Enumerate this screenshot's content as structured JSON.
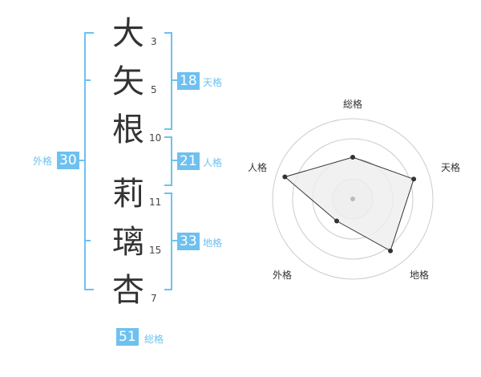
{
  "name": {
    "surname": [
      {
        "char": "大",
        "strokes": "3"
      },
      {
        "char": "矢",
        "strokes": "5"
      },
      {
        "char": "根",
        "strokes": "10"
      }
    ],
    "given": [
      {
        "char": "莉",
        "strokes": "11"
      },
      {
        "char": "璃",
        "strokes": "15"
      },
      {
        "char": "杏",
        "strokes": "7"
      }
    ]
  },
  "scores": {
    "tenkaku": {
      "value": "18",
      "label": "天格"
    },
    "jinkaku": {
      "value": "21",
      "label": "人格"
    },
    "chikaku": {
      "value": "33",
      "label": "地格"
    },
    "gaikaku": {
      "value": "30",
      "label": "外格"
    },
    "soukaku": {
      "value": "51",
      "label": "総格"
    }
  },
  "radar": {
    "axes": [
      "総格",
      "天格",
      "地格",
      "外格",
      "人格"
    ],
    "levels": 4,
    "values": [
      0.52,
      0.8,
      0.8,
      0.34,
      0.89
    ],
    "colors": {
      "grid": "#cccccc",
      "fill": "#eeeeee",
      "line": "#333333",
      "point": "#333333",
      "center": "#bbbbbb"
    }
  },
  "colors": {
    "accent": "#6ec1ef",
    "text": "#333333"
  }
}
